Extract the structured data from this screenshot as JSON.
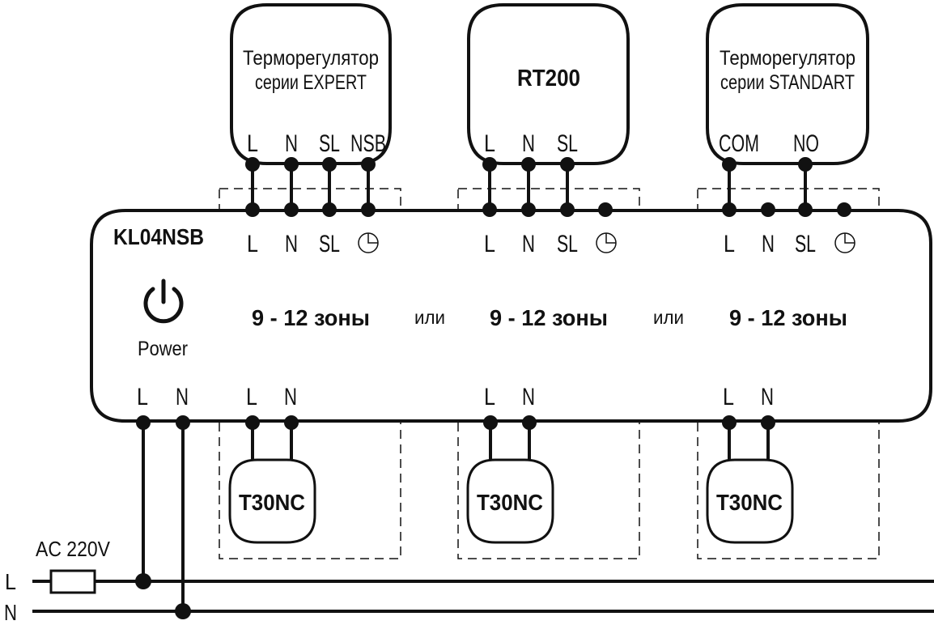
{
  "controller": {
    "model": "KL04NSB",
    "power_label": "Power",
    "power_terminals": [
      "L",
      "N"
    ]
  },
  "zones": [
    {
      "range_label": "9 - 12 зоны",
      "top_terminals": [
        "L",
        "N",
        "SL",
        "clock-icon"
      ],
      "bottom_terminals": [
        "L",
        "N"
      ],
      "thermostat": {
        "line1": "Терморегулятор",
        "line2": "серии EXPERT",
        "bold": false,
        "terminals": [
          "L",
          "N",
          "SL",
          "NSB"
        ]
      },
      "actuator": "T30NC"
    },
    {
      "range_label": "9 - 12 зоны",
      "top_terminals": [
        "L",
        "N",
        "SL",
        "clock-icon"
      ],
      "bottom_terminals": [
        "L",
        "N"
      ],
      "thermostat": {
        "line1": "RT200",
        "line2": "",
        "bold": true,
        "terminals": [
          "L",
          "N",
          "SL"
        ]
      },
      "actuator": "T30NC"
    },
    {
      "range_label": "9 - 12 зоны",
      "top_terminals": [
        "L",
        "N",
        "SL",
        "clock-icon"
      ],
      "bottom_terminals": [
        "L",
        "N"
      ],
      "thermostat": {
        "line1": "Терморегулятор",
        "line2": "серии STANDART",
        "bold": false,
        "terminals": [
          "COM",
          "NO"
        ]
      },
      "actuator": "T30NC"
    }
  ],
  "separator_label": "или",
  "supply": {
    "voltage_label": "AC 220V",
    "lines": [
      "L",
      "N"
    ]
  },
  "colors": {
    "ink": "#111111",
    "background": "#ffffff"
  }
}
